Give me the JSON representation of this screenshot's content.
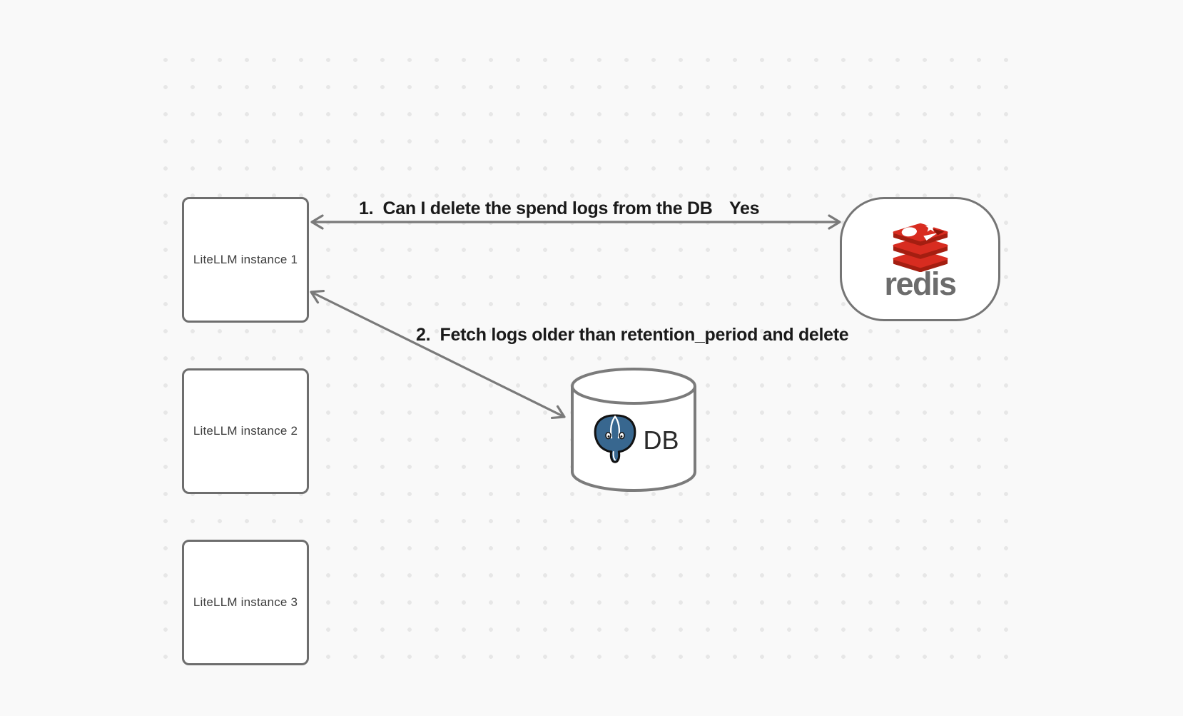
{
  "colors": {
    "background": "#f9f9f9",
    "dot_grid": "#e7e7e7",
    "shape_stroke": "#757575",
    "box_border": "#6e6e6e",
    "arrow": "#7a7a7a",
    "edge_text": "#1a1a1a",
    "node_text": "#3d3d3d",
    "redis_wordmark": "#6c6c6c",
    "redis_red": "#d82c20",
    "redis_red_dark": "#a41e11",
    "postgres_blue": "#38678f",
    "db_text": "#2a2a2a"
  },
  "nodes": {
    "instances": [
      {
        "label": "LiteLLM instance 1"
      },
      {
        "label": "LiteLLM instance 2"
      },
      {
        "label": "LiteLLM instance 3"
      }
    ],
    "redis": {
      "wordmark": "redis"
    },
    "database": {
      "label": "DB"
    }
  },
  "edges": {
    "redis_to_litellm": {
      "label": "1.  Can I delete the spend logs from the DB",
      "response": "Yes"
    },
    "litellm_to_db": {
      "label": "2.  Fetch logs older than retention_period and delete"
    }
  }
}
